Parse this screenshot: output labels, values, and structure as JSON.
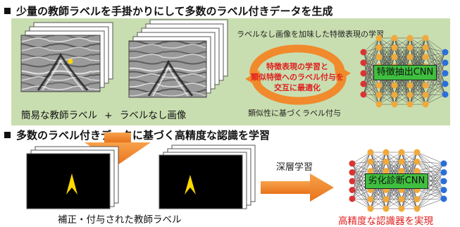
{
  "section1": {
    "heading": "少量の教師ラベルを手掛かりにして多数のラベル付きデータを生成",
    "feature_learning_caption": "ラベルなし画像を加味した特徴表現の学習",
    "cycle_text": {
      "line1": "特徴表現の学習と",
      "line2": "類似特徴へのラベル付与を",
      "line3": "交互に最適化"
    },
    "cnn_label": "特徴抽出CNN",
    "images_caption": {
      "left": "簡易な教師ラベル",
      "plus": "+",
      "right": "ラベルなし画像"
    },
    "similarity_caption": "類似性に基づくラベル付与"
  },
  "section2": {
    "heading": "多数のラベル付きデータに基づく高精度な認識を学習",
    "deep_learning_label": "深層学習",
    "cnn_label": "劣化診断CNN",
    "corrected_caption": "補正・付与された教師ラベル",
    "result_caption": "高精度な認識器を実現"
  },
  "colors": {
    "panel_green": "#c9deb0",
    "cycle_orange": "#f08a2c",
    "cycle_text_red": "#e02020",
    "result_red": "#e02020",
    "neuron_orange": "#f2a93b",
    "neuron_red": "#d83434",
    "neuron_blue": "#2a6fdb",
    "cnn_green": "#3fbf3f",
    "label_yellow": "#ffd800"
  }
}
